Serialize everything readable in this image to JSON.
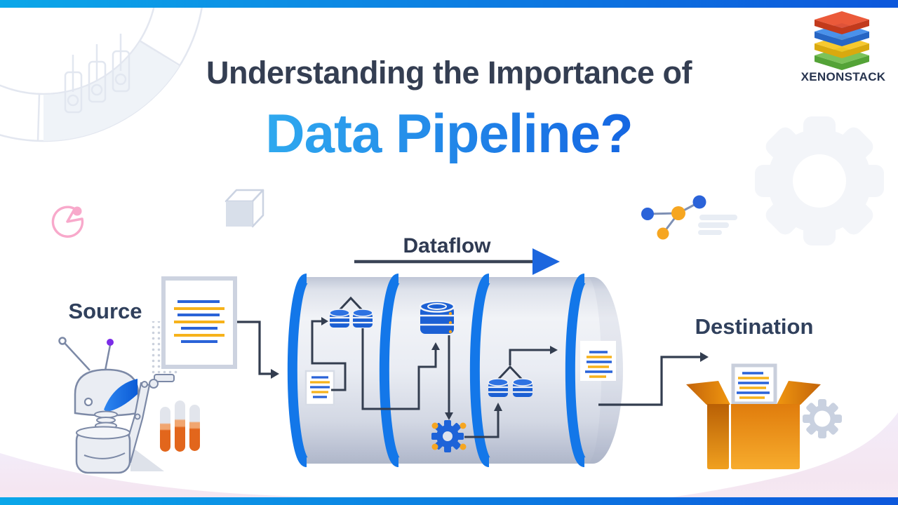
{
  "header": {
    "title_line1": "Understanding the Importance of",
    "title_line2": "Data Pipeline?"
  },
  "brand": {
    "name": "XENONSTACK",
    "layer_colors": [
      "#E94E2B",
      "#3C89E8",
      "#F6C51F",
      "#71BD4D"
    ],
    "layer_side_colors": [
      "#C23A1C",
      "#2766C4",
      "#D9A90F",
      "#54A337"
    ]
  },
  "diagram": {
    "source_label": "Source",
    "dataflow_label": "Dataflow",
    "destination_label": "Destination"
  },
  "palette": {
    "title_navy": "#343E52",
    "title_gradient_from": "#2FA9EF",
    "title_gradient_to": "#1566E2",
    "accent_bar_from": "#0BA7E9",
    "accent_bar_to": "#0D57DB",
    "pipe_ring_blue": "#1377E9",
    "database_blue": "#1C60D4",
    "arrow_dark": "#333D4F",
    "doc_line_blue": "#2A63D8",
    "doc_line_orange": "#F6B21B",
    "box_orange": "#E8820E",
    "tube_orange": "#E2661C",
    "wave_lavender": "#F3ECF9",
    "pie_pink": "#F8A9CB",
    "antenna_purple": "#7B2CE8"
  },
  "icons": [
    "donut-chart-icon",
    "circuit-lines-icon",
    "pie-chart-icon",
    "cube-icon",
    "network-graph-icon",
    "gear-icon",
    "robot-icon",
    "document-icon",
    "database-icon",
    "processing-gear-icon",
    "test-tubes-icon",
    "open-box-icon",
    "settings-gear-icon"
  ]
}
